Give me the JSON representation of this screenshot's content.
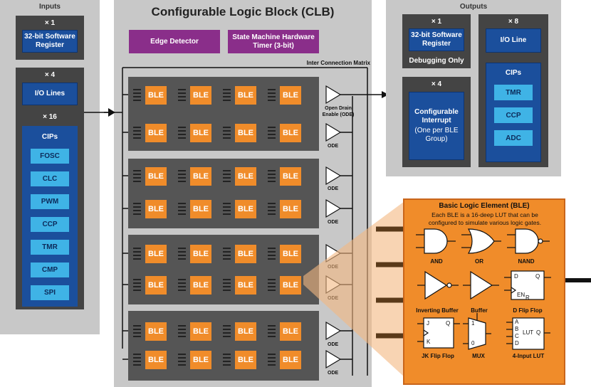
{
  "title": "Configurable Logic Block (CLB)",
  "inputs": {
    "heading": "Inputs",
    "sw_count": "× 1",
    "sw_label": "32-bit Software Register",
    "io_count": "× 4",
    "io_label": "I/O Lines",
    "cip_count": "× 16",
    "cip_heading": "CIPs",
    "cips": [
      "FOSC",
      "CLC",
      "PWM",
      "CCP",
      "TMR",
      "CMP",
      "SPI"
    ]
  },
  "clb": {
    "edge_detector": "Edge Detector",
    "state_machine": "State Machine Hardware Timer (3-bit)",
    "matrix_label": "Inter Connection Matrix",
    "ble_label": "BLE",
    "ode_first": "Open Drain Enable (ODE)",
    "ode_short": "ODE"
  },
  "outputs": {
    "heading": "Outputs",
    "sw_count": "× 1",
    "sw_label": "32-bit Software Register",
    "debug_label": "Debugging Only",
    "int_count": "× 4",
    "int_label": "Configurable Interrupt",
    "int_sub": "(One per BLE Group)",
    "io_count": "× 8",
    "io_label": "I/O Line",
    "cip_heading": "CIPs",
    "cips": [
      "TMR",
      "CCP",
      "ADC"
    ]
  },
  "ble_detail": {
    "title": "Basic Logic Element (BLE)",
    "desc": "Each BLE is a 16-deep LUT that can be configured to simulate various logic gates.",
    "gates": [
      "AND",
      "OR",
      "NAND",
      "Inverting Buffer",
      "Buffer",
      "D Flip Flop",
      "JK Flip Flop",
      "MUX",
      "4-Input LUT"
    ],
    "pins": {
      "d": "D",
      "q": "Q",
      "en": "EN",
      "r": "R",
      "j": "J",
      "k": "K",
      "mux1": "1",
      "mux0": "0",
      "a": "A",
      "b": "B",
      "c": "C",
      "lut_d": "D",
      "lut": "LUT"
    }
  },
  "colors": {
    "panel_gray": "#c8c8c8",
    "ble_orange": "#f08c2a",
    "blue": "#1b4f9c",
    "cyan": "#3fb3e6",
    "purple": "#8a2e8a"
  }
}
